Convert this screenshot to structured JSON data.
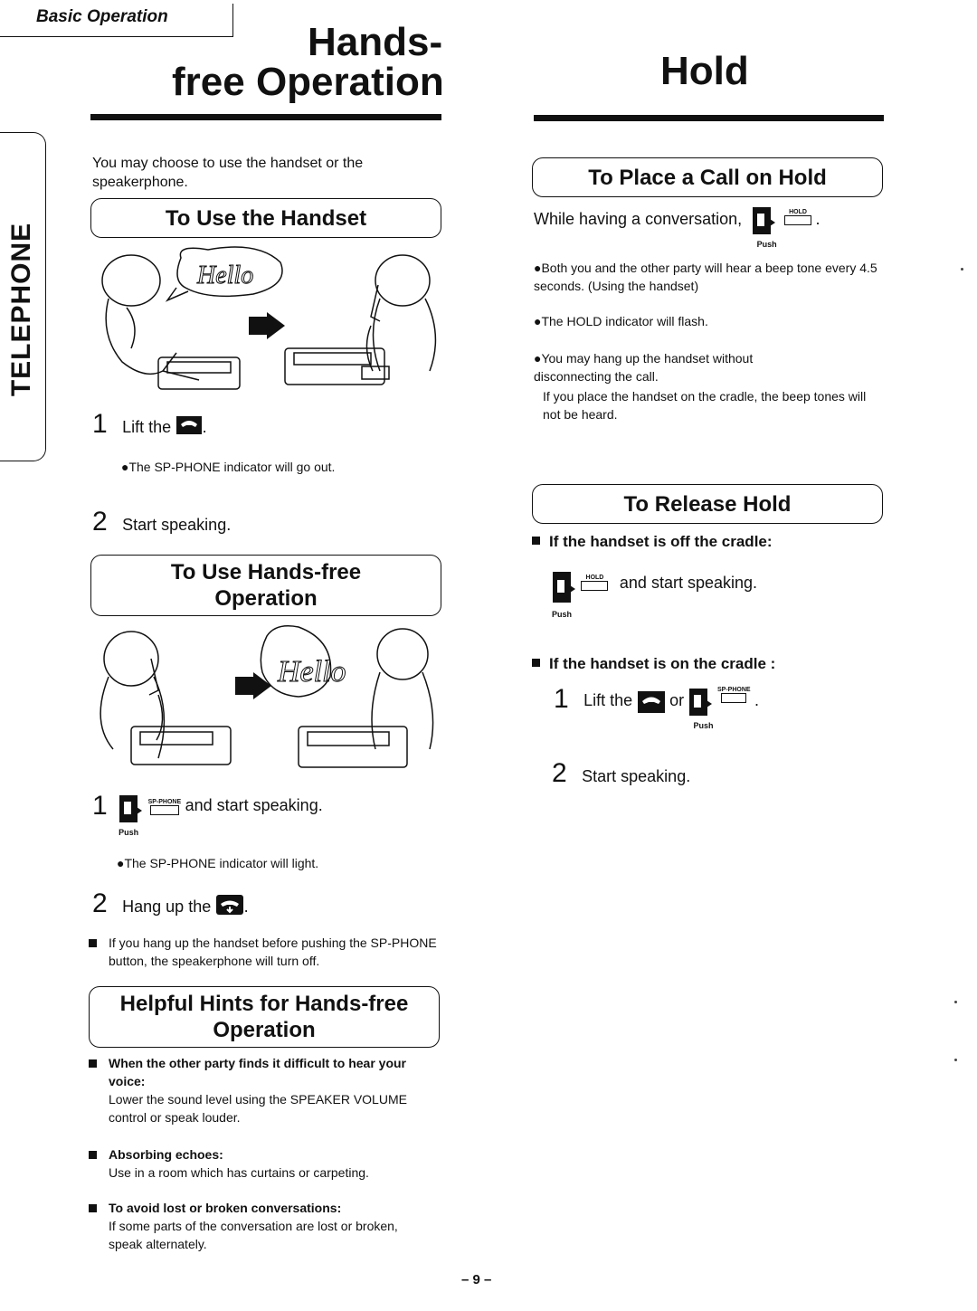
{
  "header": {
    "section": "Basic Operation"
  },
  "sidebar": {
    "tab": "TELEPHONE"
  },
  "left": {
    "title_line1": "Hands-",
    "title_line2": "free Operation",
    "intro": "You may choose to use the handset or the speakerphone.",
    "handset": {
      "heading": "To Use the Handset",
      "hello": "Hello",
      "step1_num": "1",
      "step1_text": "Lift the",
      "step1_note": "●The SP-PHONE indicator will go out.",
      "step2_num": "2",
      "step2_text": "Start speaking."
    },
    "handsfree": {
      "heading_line1": "To Use Hands-free",
      "heading_line2": "Operation",
      "hello": "Hello",
      "step1_num": "1",
      "button_label": "SP-PHONE",
      "push": "Push",
      "step1_text": "and start speaking.",
      "step1_note": "●The SP-PHONE indicator will light.",
      "step2_num": "2",
      "step2_text": "Hang up the",
      "note": "If you hang up the handset before pushing the SP-PHONE button, the speakerphone will turn off."
    },
    "hints": {
      "heading_line1": "Helpful Hints for Hands-free",
      "heading_line2": "Operation",
      "items": [
        {
          "title": "When the other party finds it difficult to hear your voice:",
          "text": "Lower the sound level using the SPEAKER VOLUME control or speak louder."
        },
        {
          "title": "Absorbing echoes:",
          "text": "Use in a room which has curtains or carpeting."
        },
        {
          "title": "To avoid lost or broken conversations:",
          "text": "If some parts of the conversation are lost or broken, speak alternately."
        }
      ]
    }
  },
  "right": {
    "title": "Hold",
    "place": {
      "heading": "To Place a Call on Hold",
      "line": "While having a conversation,",
      "button_label": "HOLD",
      "push": "Push",
      "bullets": [
        "●Both you and the other party will hear a beep tone every 4.5 seconds. (Using the handset)",
        "●The HOLD indicator will flash.",
        "●You may hang up the handset without disconnecting the call."
      ],
      "extra": "If you place the handset on the cradle, the beep tones will not be heard."
    },
    "release": {
      "heading": "To Release Hold",
      "case1_title": "If the handset is off the cradle:",
      "case1_button": "HOLD",
      "case1_push": "Push",
      "case1_text": "and start speaking.",
      "case2_title": "If the handset is on the cradle :",
      "step1_num": "1",
      "step1_text": "Lift the",
      "step1_or": "or",
      "step1_button": "SP-PHONE",
      "step1_push": "Push",
      "step2_num": "2",
      "step2_text": "Start speaking."
    }
  },
  "footer": {
    "page": "– 9 –"
  }
}
